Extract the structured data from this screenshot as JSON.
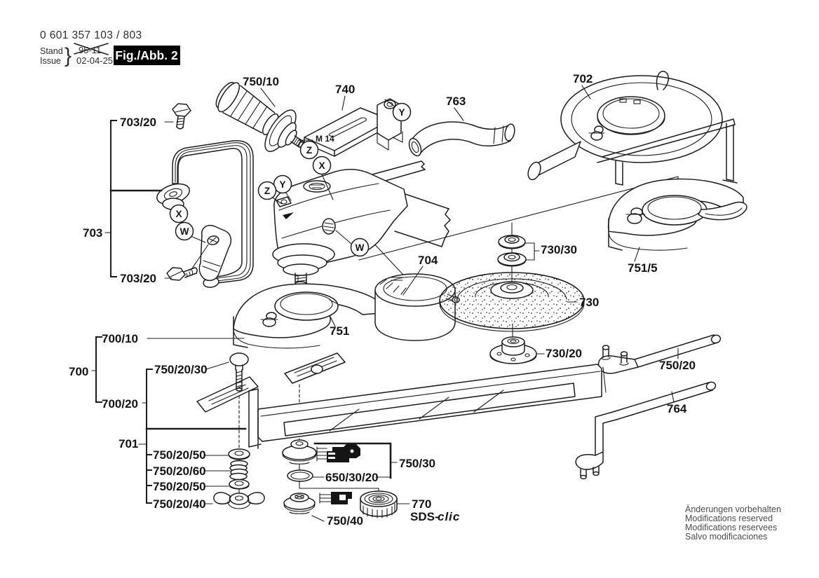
{
  "header": {
    "part_number": "0 601 357 103 / 803",
    "stand_label": "Stand",
    "issue_label": "Issue",
    "brace": "}",
    "superseded_date": "95-11",
    "issue_date": "02-04-25",
    "figure_label": "Fig./Abb. 2"
  },
  "footer": {
    "line1": "Änderungen vorbehalten",
    "line2": "Modifications reserved",
    "line3": "Modifications reservees",
    "line4": "Salvo modificaciones"
  },
  "callouts": {
    "handle_side": "750/10",
    "adapter_plate": "740",
    "hose": "763",
    "extraction_guard": "702",
    "bolt_top": "703/20",
    "bow_handle": "703",
    "bolt_bottom": "703/20",
    "guard_assembly": "700/10",
    "cutting_set": "700",
    "base_assembly": "700/20",
    "guide_fence": "701",
    "carriage_bolt": "750/20/30",
    "washer_a": "750/20/50",
    "spring": "750/20/60",
    "washer_b": "750/20/50",
    "wing_nut": "750/20/40",
    "backing_flange": "750/40",
    "o_ring": "650/30/20",
    "mounting_flange": "750/30",
    "clamping_nut": "770",
    "washer_pair": "730/30",
    "grinding_disc": "730",
    "disc_flange": "730/20",
    "wheel_guard": "751",
    "wheel_guard_quick": "751/5",
    "protection_cap": "704",
    "pin_spanner": "750/20",
    "bent_spanner": "764",
    "thread_size": "M 14"
  },
  "markers": {
    "x": "X",
    "y": "Y",
    "z": "Z",
    "w": "W"
  },
  "brand": {
    "prefix": "SDS-",
    "suffix": "clic"
  },
  "colors": {
    "line": "#1c1c1c",
    "background": "#ffffff",
    "figure_box": "#000000",
    "figure_text": "#ffffff"
  }
}
